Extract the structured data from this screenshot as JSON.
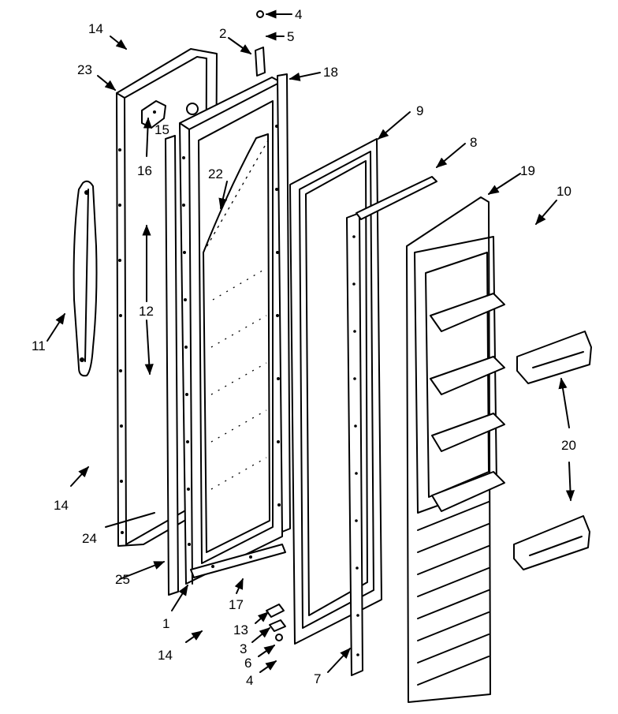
{
  "labels": [
    "1",
    "2",
    "3",
    "4",
    "4",
    "5",
    "6",
    "7",
    "8",
    "9",
    "10",
    "11",
    "12",
    "13",
    "14",
    "14",
    "14",
    "15",
    "16",
    "17",
    "18",
    "19",
    "20",
    "22",
    "23",
    "24",
    "25"
  ]
}
